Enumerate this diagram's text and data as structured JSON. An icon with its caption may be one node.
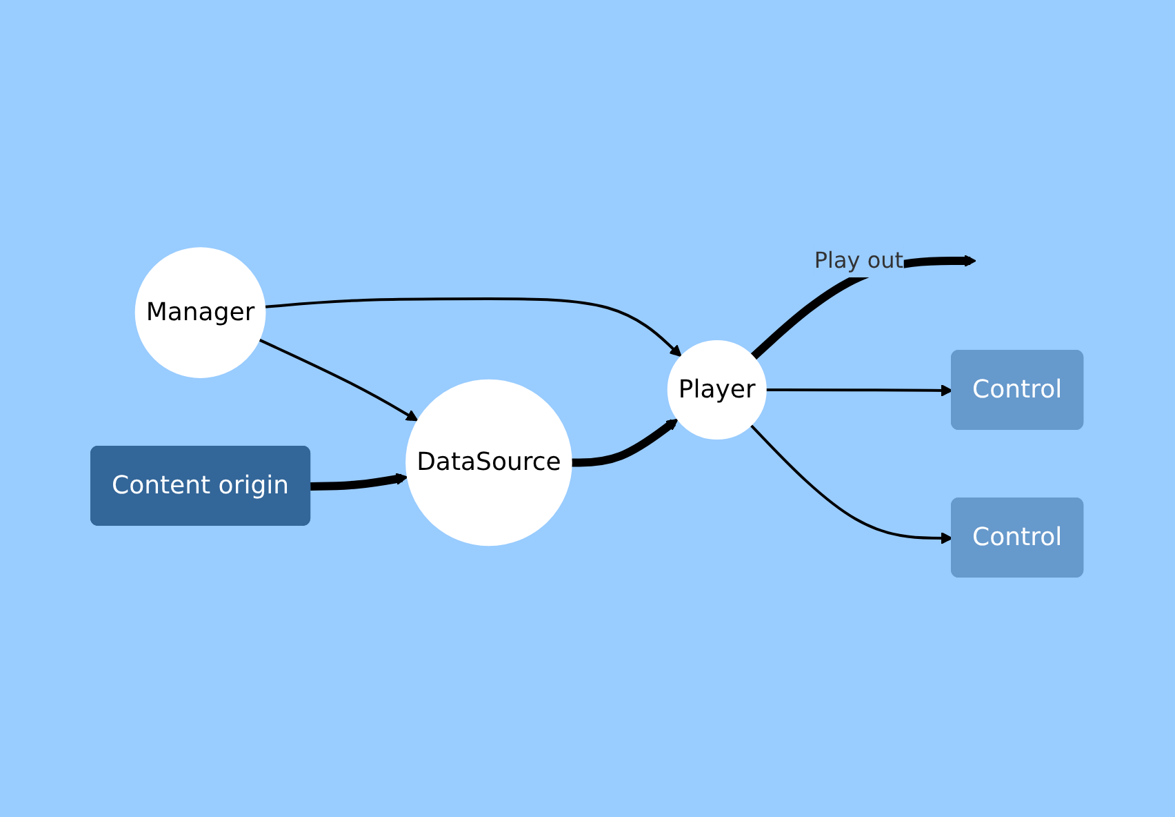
{
  "diagram": {
    "nodes": [
      {
        "text": [
          "Manager"
        ]
      },
      {
        "text": [
          "Content origin"
        ]
      },
      {
        "text": [
          "DataSource"
        ]
      },
      {
        "text": [
          "Player"
        ]
      },
      {
        "text": [
          "Control"
        ]
      },
      {
        "text": [
          "Control"
        ]
      }
    ],
    "edges": [
      {
        "from": 0,
        "to": 2,
        "arrow": "to"
      },
      {
        "from": 0,
        "to": 3,
        "arrow": "to"
      },
      {
        "from": 1,
        "to": 2,
        "arrow": "to",
        "style": "thick"
      },
      {
        "from": 2,
        "to": 3,
        "arrow": "to",
        "style": "thick"
      },
      {
        "from": 3,
        "to": null,
        "arrow": "to",
        "style": "thick",
        "label": "Play out"
      },
      {
        "from": 3,
        "to": 4,
        "arrow": "to"
      },
      {
        "from": 3,
        "to": 5,
        "arrow": "to"
      }
    ]
  }
}
